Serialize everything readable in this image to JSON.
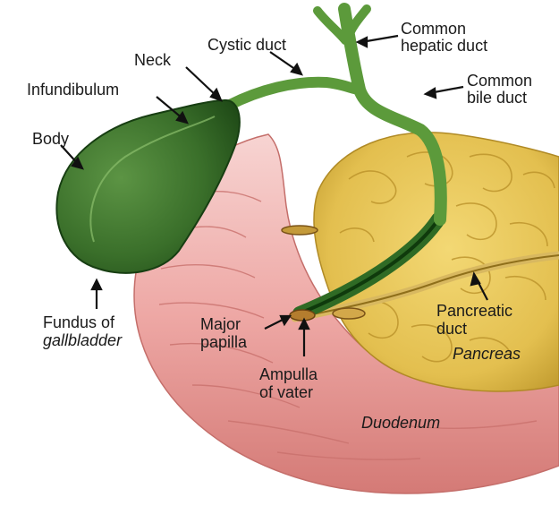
{
  "labels": {
    "common_hepatic_duct": [
      "Common",
      "hepatic duct"
    ],
    "cystic_duct": "Cystic duct",
    "neck": "Neck",
    "infundibulum": "Infundibulum",
    "common_bile_duct": [
      "Common",
      "bile duct"
    ],
    "body": "Body",
    "fundus": [
      "Fundus of",
      "gallbladder"
    ],
    "major_papilla": [
      "Major",
      "papilla"
    ],
    "pancreatic_duct": [
      "Pancreatic",
      "duct"
    ],
    "pancreas": "Pancreas",
    "ampulla": [
      "Ampulla",
      "of vater"
    ],
    "duodenum": "Duodenum"
  },
  "colors": {
    "gallbladder": "#3f7a2f",
    "gallbladder_dark": "#1f4a17",
    "duct": "#5e9a3c",
    "pancreas": "#e7c556",
    "pancreas_dark": "#b98f24",
    "duodenum": "#e8a3a0",
    "duodenum_dark": "#c66a66",
    "label_text": "#1a1a1a"
  }
}
